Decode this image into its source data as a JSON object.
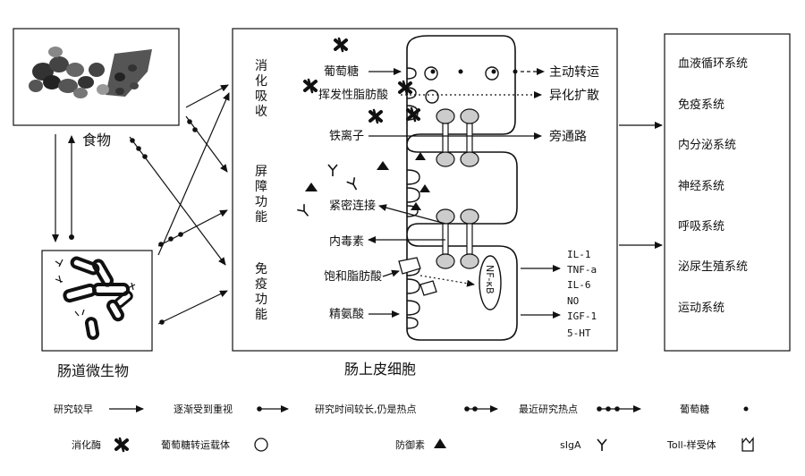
{
  "food": {
    "label": "食物"
  },
  "microbiota": {
    "label": "肠道微生物"
  },
  "cell": {
    "label": "肠上皮细胞",
    "func_digest": [
      "消",
      "化",
      "吸",
      "收"
    ],
    "func_barrier": [
      "屏",
      "障",
      "功",
      "能"
    ],
    "func_immune": [
      "免",
      "疫",
      "功",
      "能"
    ],
    "glucose": "葡萄糖",
    "vfa": "挥发性脂肪酸",
    "iron": "铁离子",
    "tight_junction": "紧密连接",
    "endotoxin": "内毒素",
    "sat_fat": "饱和脂肪酸",
    "arginine": "精氨酸",
    "active_transport": "主动转运",
    "facilitated_diffusion": "异化扩散",
    "paracellular": "旁通路",
    "nfkb": "NF-κB",
    "cytokines": [
      "IL-1",
      "TNF-a",
      "IL-6"
    ],
    "mediators": [
      "NO",
      "IGF-1",
      "5-HT"
    ]
  },
  "systems": [
    "血液循环系统",
    "免疫系统",
    "内分泌系统",
    "神经系统",
    "呼吸系统",
    "泌尿生殖系统",
    "运动系统"
  ],
  "legend": {
    "early": "研究较早",
    "gradual": "逐渐受到重视",
    "long_hot": "研究时间较长,仍是热点",
    "recent": "最近研究热点",
    "glucose": "葡萄糖",
    "enzyme": "消化酶",
    "transporter": "葡萄糖转运载体",
    "defensin": "防御素",
    "siga": "sIgA",
    "tlr": "Toll-样受体"
  }
}
